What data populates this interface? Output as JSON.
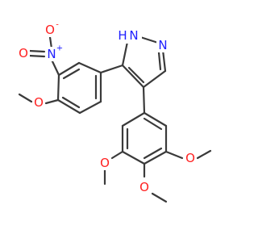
{
  "molecule": {
    "colors": {
      "bond": "#3a3a3a",
      "nitrogen": "#2020ff",
      "oxygen": "#ff2020"
    },
    "atoms": {
      "nh": "H",
      "n1": "N",
      "n2": "N",
      "nitro_n": "N",
      "nitro_o_up": "O",
      "nitro_o_left": "O",
      "ome_left_o": "O",
      "tri_o_left": "O",
      "tri_o_mid": "O",
      "tri_o_right": "O"
    },
    "charges": {
      "nitro_n": "+",
      "nitro_o_up": "-"
    }
  }
}
